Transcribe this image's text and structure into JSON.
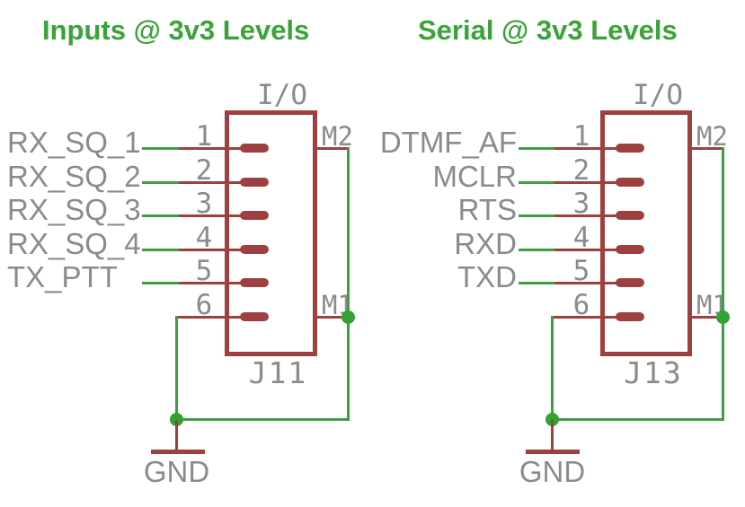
{
  "colors": {
    "background": "#ffffff",
    "symbol_red": "#9e4040",
    "wire_green": "#3f9f3f",
    "junction_green": "#33a233",
    "title_green": "#3aa33a",
    "text_gray": "#8b8b8b"
  },
  "connectors": [
    {
      "title": "Inputs @ 3v3 Levels",
      "part_label": "I/O",
      "designator": "J11",
      "gnd_label": "GND",
      "mounting_pins": [
        "M2",
        "M1"
      ],
      "pins": [
        {
          "number": "1",
          "net": "RX_SQ_1"
        },
        {
          "number": "2",
          "net": "RX_SQ_2"
        },
        {
          "number": "3",
          "net": "RX_SQ_3"
        },
        {
          "number": "4",
          "net": "RX_SQ_4"
        },
        {
          "number": "5",
          "net": "TX_PTT"
        },
        {
          "number": "6",
          "net": ""
        }
      ]
    },
    {
      "title": "Serial @ 3v3 Levels",
      "part_label": "I/O",
      "designator": "J13",
      "gnd_label": "GND",
      "mounting_pins": [
        "M2",
        "M1"
      ],
      "pins": [
        {
          "number": "1",
          "net": "DTMF_AF"
        },
        {
          "number": "2",
          "net": "MCLR"
        },
        {
          "number": "3",
          "net": "RTS"
        },
        {
          "number": "4",
          "net": "RXD"
        },
        {
          "number": "5",
          "net": "TXD"
        },
        {
          "number": "6",
          "net": ""
        }
      ]
    }
  ]
}
